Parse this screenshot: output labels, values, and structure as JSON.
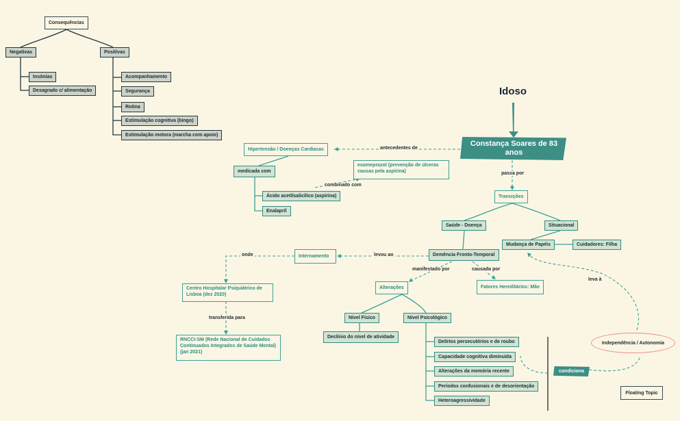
{
  "title": "Idoso",
  "central": "Constança Soares de 83 anos",
  "consequences": {
    "root": "Consequências",
    "negativas": {
      "label": "Negativas",
      "items": [
        "Insónias",
        "Desagrado c/ alimentação"
      ]
    },
    "positivas": {
      "label": "Positivas",
      "items": [
        "Acompanhamento",
        "Segurança",
        "Rotina",
        "Estimulação cognitiva (bingo)",
        "Estimulação motora (marcha com apoio)"
      ]
    }
  },
  "antecedentes": {
    "link": "antecedentes de",
    "node": "Hipertensão / Doenças Cardíacas",
    "medicada": "medicada com",
    "drugs": [
      "Ácido acetilsalicílico (aspirina)",
      "Enalapril"
    ],
    "combinado": "combinado com",
    "esomeprazol": "esomeprazol (prevenção de úlceras causas pela aspirina)"
  },
  "transicoes": {
    "link": "passa por",
    "node": "Transições",
    "saude": "Saúde - Doença",
    "situacional": "Situacional",
    "mudanca": "Mudança de Papéis",
    "cuidadores": "Cuidadores: Filha"
  },
  "demencia": {
    "node": "Demência Fronto-Temporal",
    "levou": "levou ao",
    "internamento": "Internamento",
    "onde": "onde",
    "hospital": "Centro Hospitalar Psiquiátrico de Lisboa   (dez 2020)",
    "transferida": "transferida para",
    "rnccism": "RNCCI-SM (Rede Nacional de Cuidados Continuados Integrados de Saúde Mental) (jan 2021)",
    "causada": "causada por",
    "fatores": "Fatores Hereditários: Mãe",
    "manifestado": "manifestado por",
    "alteracoes": "Alterações",
    "fisico": "Nível Físico",
    "declinio": "Declínio do nível de atividade",
    "psicologico": "Nível Psicológico",
    "psic_items": [
      "Delírios persecutórios e de roubo",
      "Capacidade cognitiva diminuída",
      "Alterações da memória recente",
      "Períodos confusionais e de desorientação",
      "Heteroagressividade"
    ]
  },
  "condiciona": "condiciona",
  "independencia": "Independência / Autonomia",
  "leva": "leva à",
  "floating": "Floating Topic"
}
